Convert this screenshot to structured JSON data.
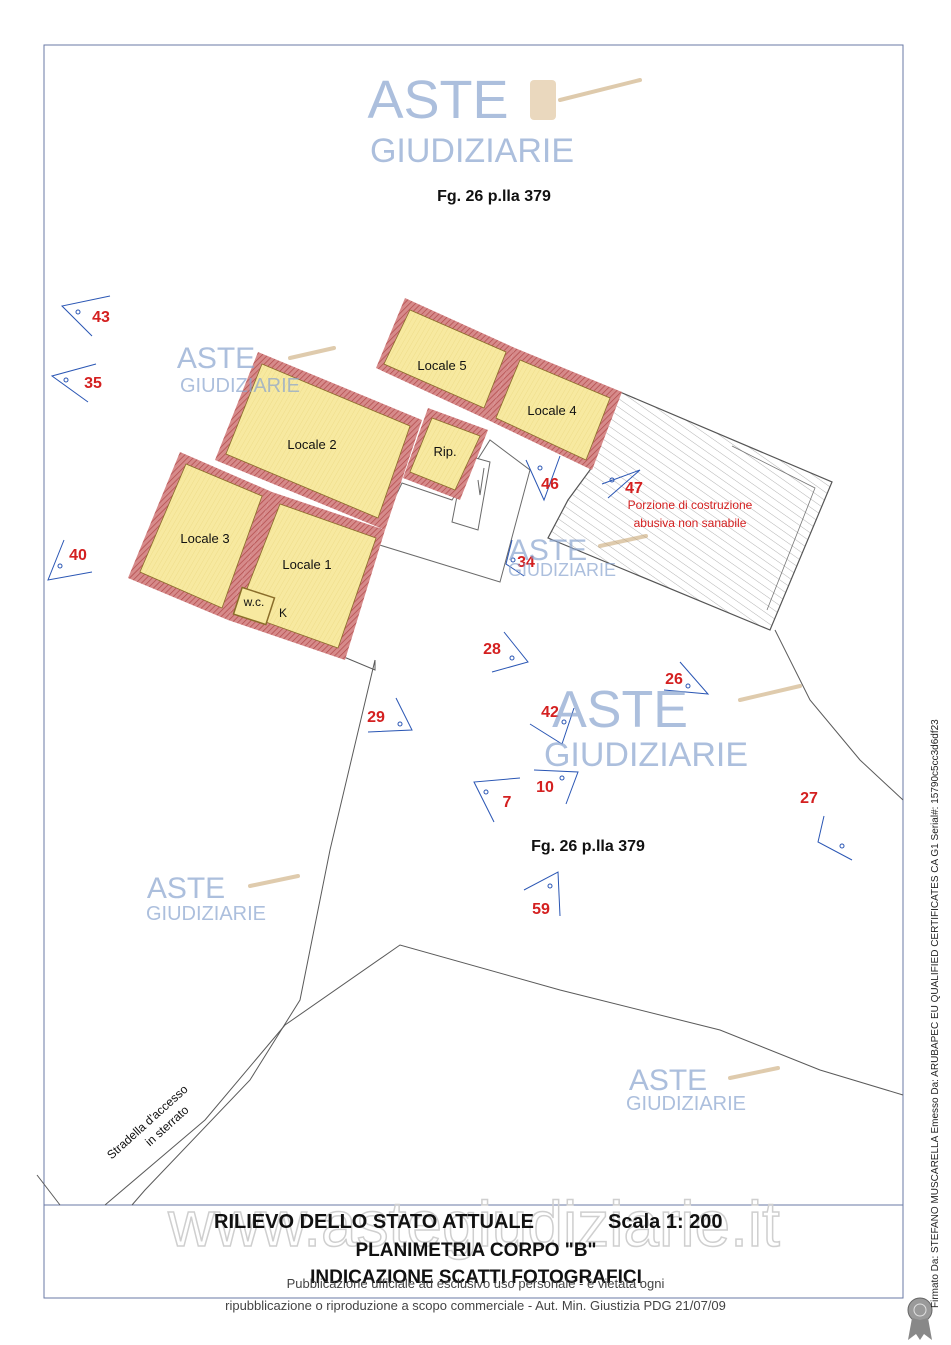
{
  "sheet": {
    "parcel_label_top": "Fg. 26 p.lla 379",
    "parcel_label_center": "Fg. 26 p.lla 379",
    "road_label_line1": "Stradella d'accesso",
    "road_label_line2": "in sterrato"
  },
  "rooms": {
    "locale5": "Locale 5",
    "locale4": "Locale 4",
    "locale2": "Locale 2",
    "rip": "Rip.",
    "locale3": "Locale 3",
    "locale1": "Locale 1",
    "wc": "w.c.",
    "k": "K"
  },
  "abusive_note": {
    "line1": "Porzione di costruzione",
    "line2": "abusiva non sanabile"
  },
  "photo_points": [
    "43",
    "35",
    "40",
    "46",
    "47",
    "34",
    "28",
    "26",
    "29",
    "42",
    "10",
    "7",
    "27",
    "59"
  ],
  "title_block": {
    "line1": "RILIEVO DELLO STATO ATTUALE",
    "scale": "Scala 1: 200",
    "line2": "PLANIMETRIA CORPO \"B\"",
    "line3": "INDICAZIONE SCATTI FOTOGRAFICI"
  },
  "watermark": {
    "brand_line1": "ASTE",
    "brand_line2": "GIUDIZIARIE",
    "site": "www.astegiudiziarie.it"
  },
  "legal_notice": {
    "line1": "Pubblicazione ufficiale ad esclusivo uso personale - è vietata ogni",
    "line2": "ripubblicazione o riproduzione a scopo commerciale - Aut. Min. Giustizia PDG 21/07/09"
  },
  "signature": "Firmato Da: STEFANO MUSCARELLA Emesso Da: ARUBAPEC EU QUALIFIED CERTIFICATES CA G1 Serial#: 15790c5cc3d6df23",
  "colors": {
    "room_fill": "#f7e9a0",
    "wall": "#c06060",
    "label_red": "#d42020",
    "camera_blue": "#2a56b4",
    "watermark_blue": "#8aa4cf"
  }
}
